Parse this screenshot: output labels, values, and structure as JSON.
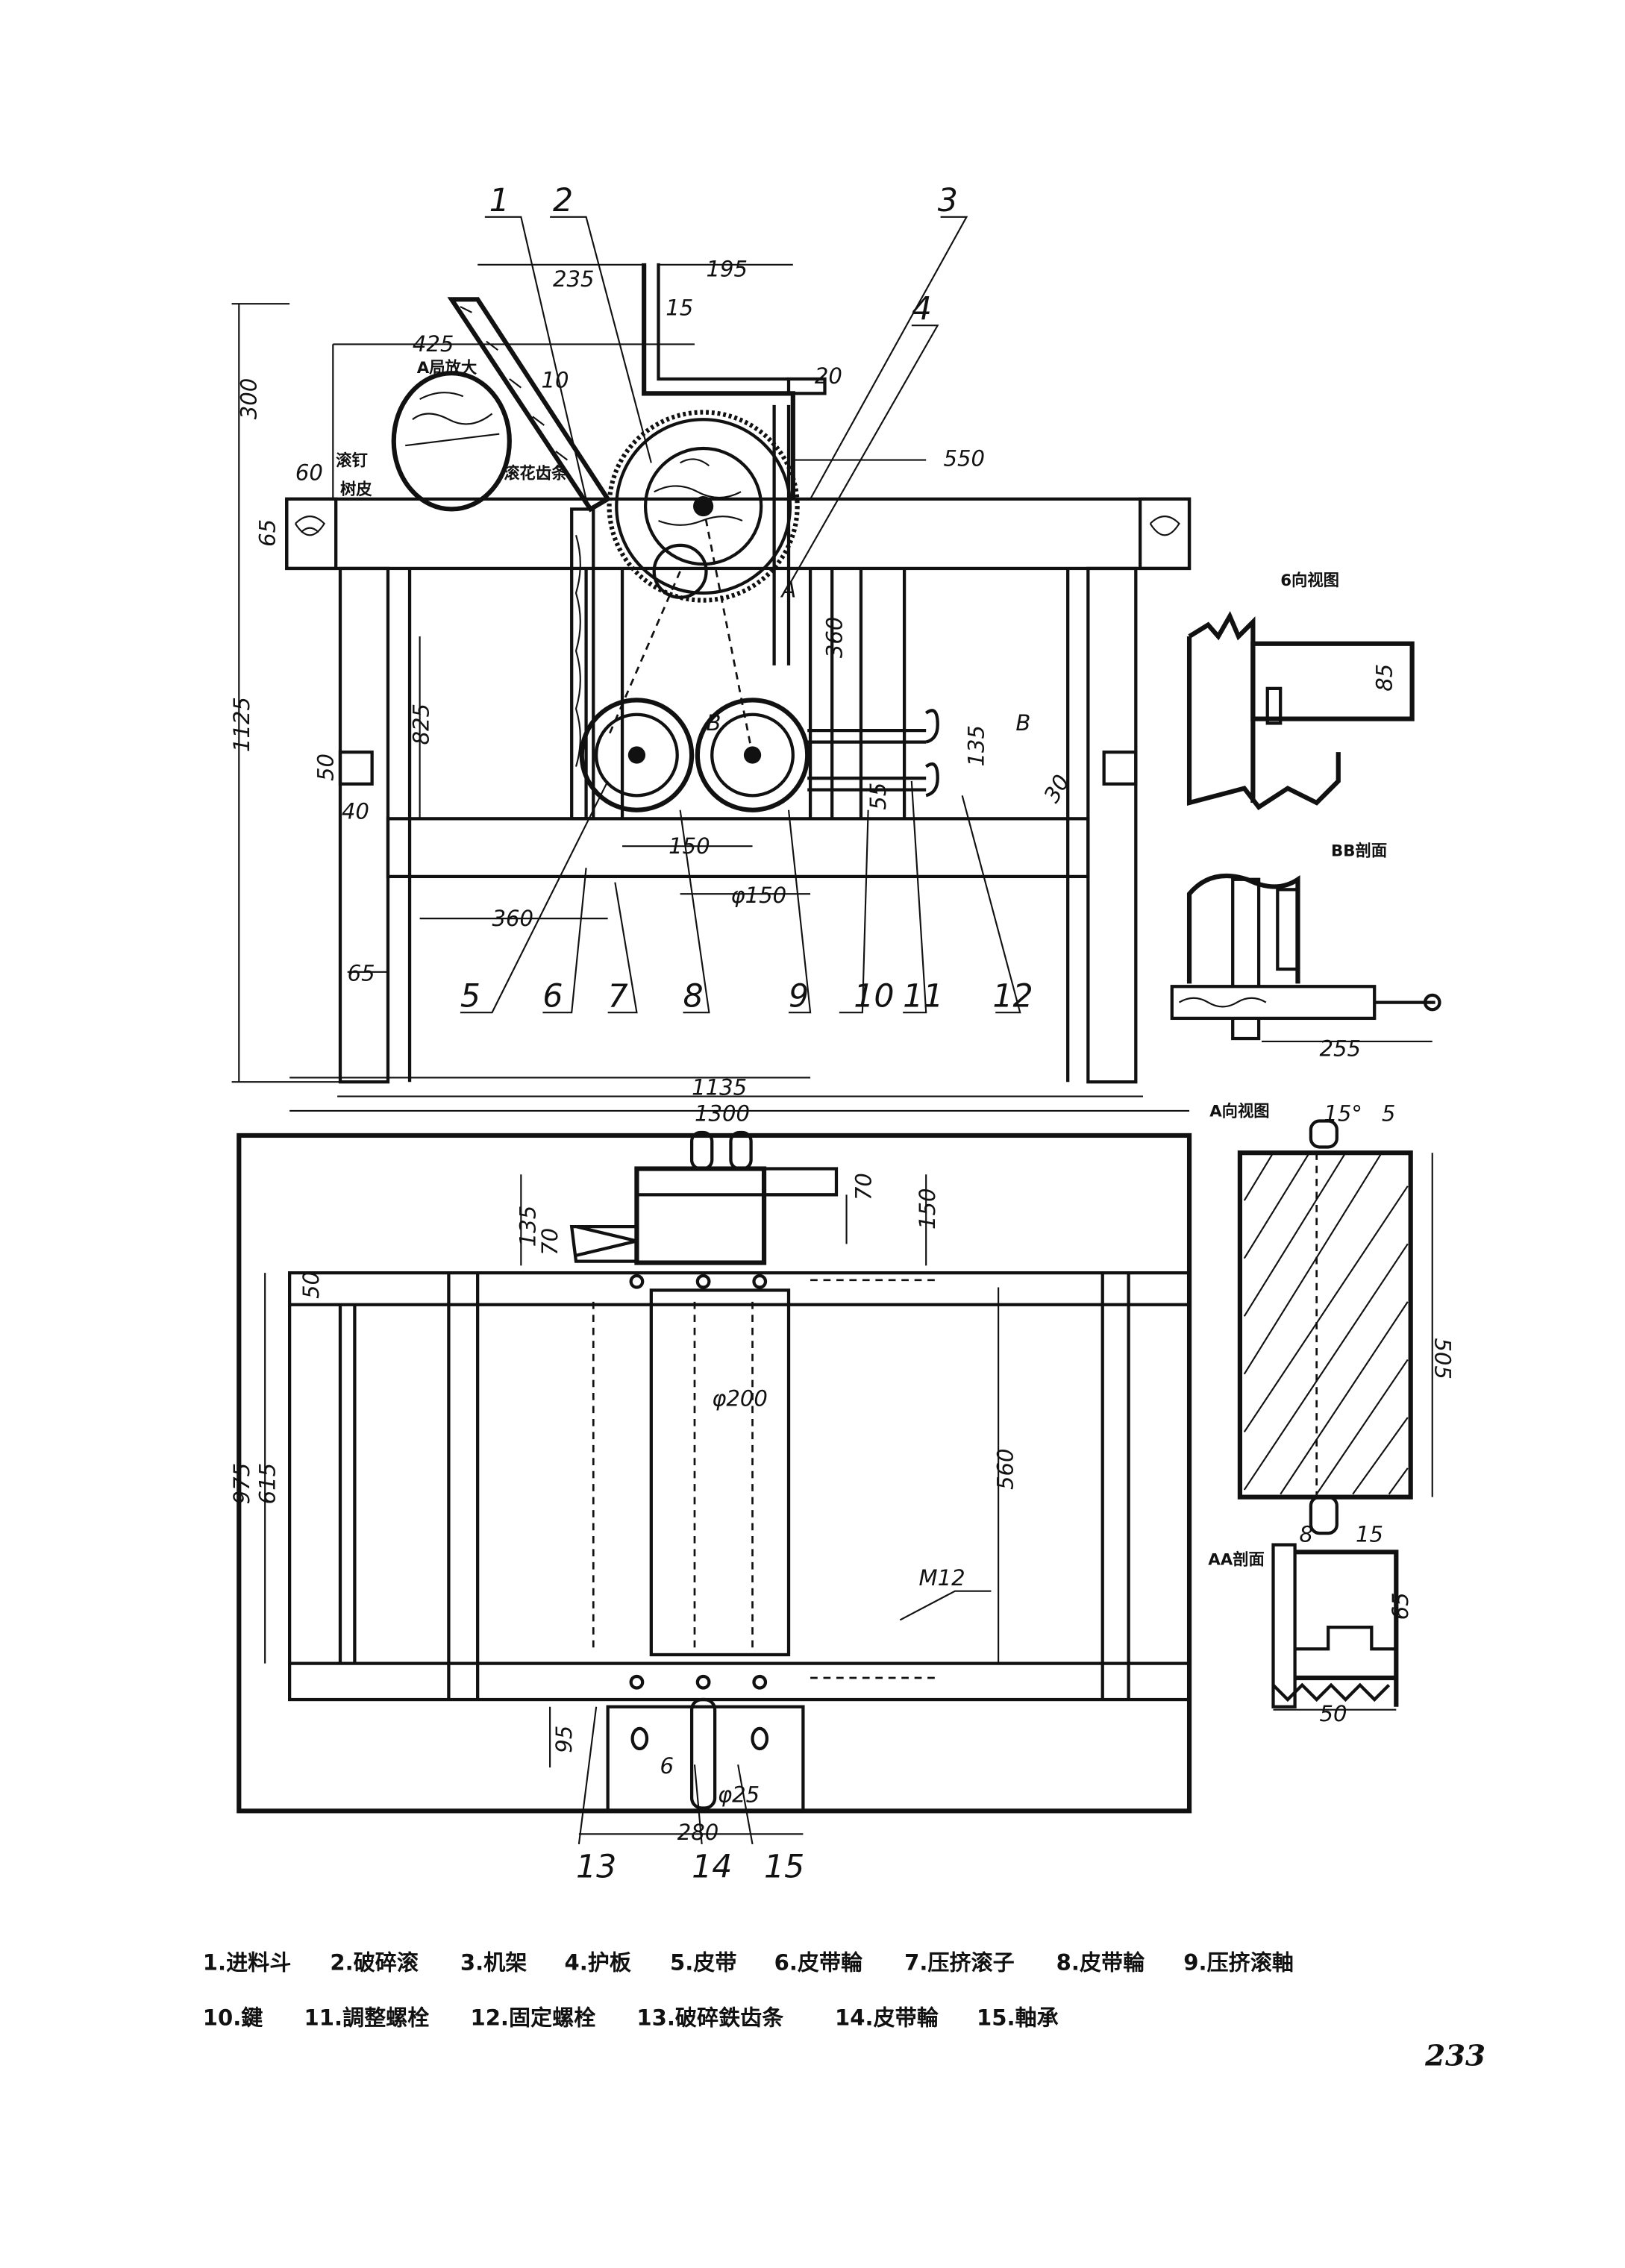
{
  "part_callouts": {
    "p1": "1",
    "p2": "2",
    "p3": "3",
    "p4": "4",
    "p5": "5",
    "p6": "6",
    "p7": "7",
    "p8": "8",
    "p9": "9",
    "p10": "10",
    "p11": "11",
    "p12": "12",
    "p13": "13",
    "p14": "14",
    "p15": "15"
  },
  "front_view": {
    "dimensions": {
      "d235": "235",
      "d195": "195",
      "d15": "15",
      "d425": "425",
      "d10": "10",
      "d20": "20",
      "d300": "300",
      "d60": "60",
      "d65a": "65",
      "d550": "550",
      "d360a": "360",
      "d1125": "1125",
      "d825": "825",
      "d50": "50",
      "d40": "40",
      "d135": "135",
      "d55": "55",
      "d30": "30",
      "d150": "150",
      "dphi150": "φ150",
      "d360b": "360",
      "d65b": "65"
    },
    "section_marks": {
      "a": "A",
      "b1": "B",
      "b2": "B"
    },
    "detail": {
      "title": "A局放大",
      "l1": "滚钉",
      "l2": "树皮",
      "l3": "滚花齿条"
    }
  },
  "top_view": {
    "dimensions": {
      "d1135": "1135",
      "d1300": "1300",
      "d135": "135",
      "d70a": "70",
      "d70b": "70",
      "d150": "150",
      "d50": "50",
      "d975": "975",
      "d615": "615",
      "dphi200": "φ200",
      "d560": "560",
      "m12": "M12",
      "d95": "95",
      "d6": "6",
      "dphi25": "φ25",
      "d280": "280"
    }
  },
  "side_views": {
    "view6_title": "6向视图",
    "view6_dim": "85",
    "bb_title": "BB剖面",
    "bb_dim": "255",
    "a_title": "A向视图",
    "a_angle": "15°",
    "a_d5": "5",
    "a_len": "505",
    "aa_title": "AA剖面",
    "aa_d8": "8",
    "aa_d15": "15",
    "aa_d65": "65",
    "aa_d50": "50"
  },
  "caption": {
    "line1": [
      "1.进料斗",
      "2.破碎滚",
      "3.机架",
      "4.护板",
      "5.皮带",
      "6.皮带輪",
      "7.压挤滚子",
      "8.皮带輪",
      "9.压挤滚軸"
    ],
    "line2": [
      "10.鍵",
      "11.調整螺栓",
      "12.固定螺栓",
      "13.破碎鉄齿条",
      "14.皮带輪",
      "15.軸承"
    ]
  },
  "page_number": "233"
}
